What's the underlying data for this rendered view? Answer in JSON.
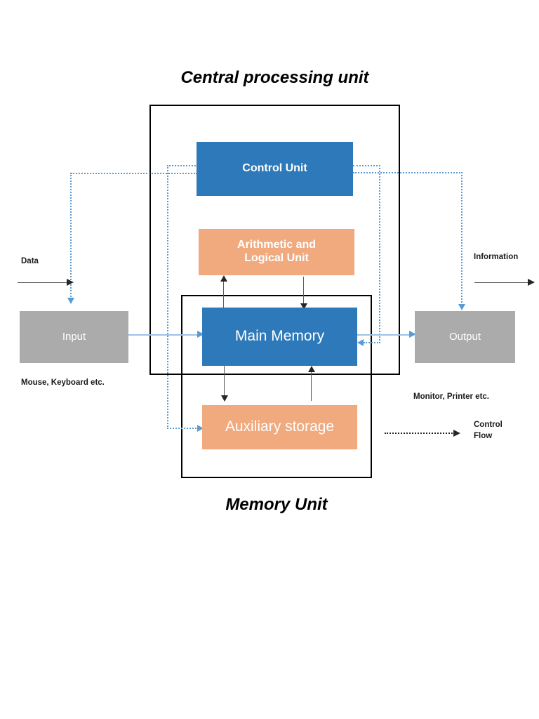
{
  "diagram": {
    "cpu_title": "Central processing unit",
    "memory_title": "Memory Unit",
    "units": {
      "control_unit": "Control Unit",
      "alu": "Arithmetic and Logical Unit",
      "main_memory": "Main Memory",
      "auxiliary_storage": "Auxiliary storage",
      "input": "Input",
      "output": "Output"
    },
    "annotations": {
      "data": "Data",
      "information": "Information",
      "input_examples": "Mouse, Keyboard etc.",
      "output_examples": "Monitor, Printer etc."
    },
    "legend": {
      "control_flow_line1": "Control",
      "control_flow_line2": "Flow"
    },
    "colors": {
      "blue": "#2E79B9",
      "peach": "#F0AA7E",
      "gray": "#ABABAB",
      "control_flow_blue": "#5B9BD5",
      "data_flow_blue": "#9DC3E6",
      "frame_black": "#000000"
    }
  }
}
